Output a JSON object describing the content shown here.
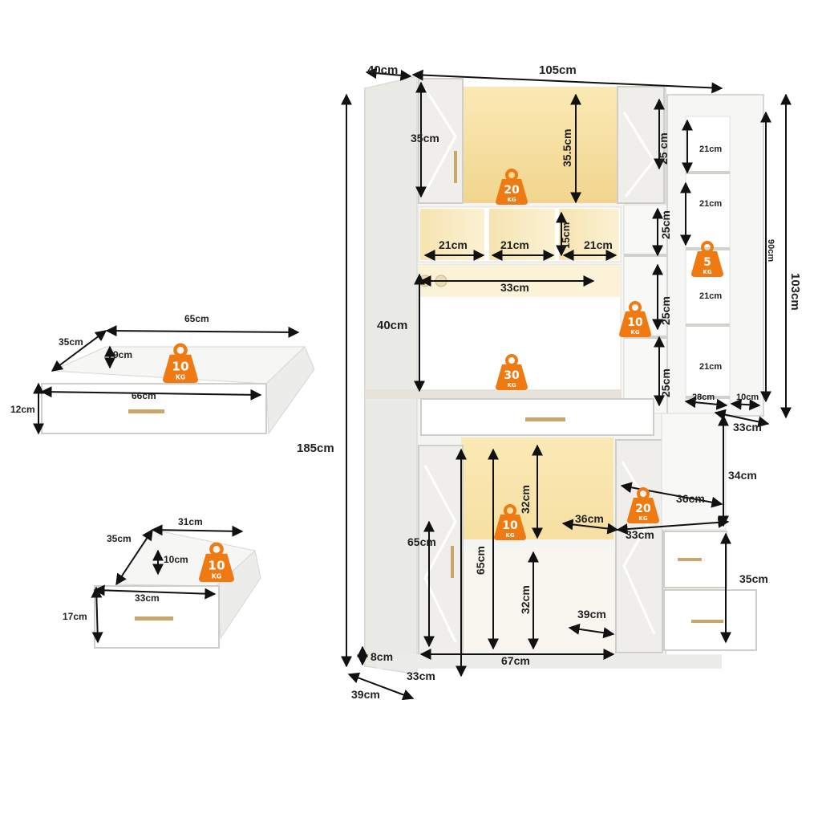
{
  "colors": {
    "accent": "#f07a12",
    "dimension_line": "#111111",
    "cabinet": "#f4f4f2",
    "light": "#f6d98a",
    "handle": "#c9a66b"
  },
  "dims": {
    "d_40": "40cm",
    "d_105": "105cm",
    "d_185": "185cm",
    "d_103": "103cm",
    "d_90": "90cm",
    "d_35": "35cm",
    "d_35_5": "35.5cm",
    "d_25a": "25 cm",
    "d_21_top": "21cm",
    "d_21_b": "21cm",
    "d_21_c": "21cm",
    "d_21_d": "21cm",
    "d_21_r1": "21cm",
    "d_21_r2": "21cm",
    "d_21_r3": "21cm",
    "d_15": "15cm",
    "d_25b": "25cm",
    "d_25c": "25cm",
    "d_25d": "25cm",
    "d_33_mid": "33cm",
    "d_40_mid": "40cm",
    "d_28": "28cm",
    "d_10": "10cm",
    "d_33_r": "33cm",
    "d_34": "34cm",
    "d_36_r": "36cm",
    "d_32_a": "32cm",
    "d_36_c": "36cm",
    "d_33_c": "33cm",
    "d_65a": "65cm",
    "d_65b": "65cm",
    "d_32_b": "32cm",
    "d_39": "39cm",
    "d_35_dr": "35cm",
    "d_8": "8cm",
    "d_67": "67cm",
    "d_33_bot": "33cm",
    "d_39_bot": "39cm",
    "drawer1": {
      "w": "65cm",
      "d": "35cm",
      "h_in": "9cm",
      "front": "66cm",
      "h": "12cm"
    },
    "drawer2": {
      "w": "31cm",
      "d": "35cm",
      "h_in": "10cm",
      "front": "33cm",
      "h": "17cm"
    }
  },
  "badges": {
    "b20_top": {
      "num": "20",
      "unit": "KG"
    },
    "b5": {
      "num": "5",
      "unit": "KG"
    },
    "b10_side": {
      "num": "10",
      "unit": "KG"
    },
    "b30": {
      "num": "30",
      "unit": "KG"
    },
    "b10_low": {
      "num": "10",
      "unit": "KG"
    },
    "b20_low": {
      "num": "20",
      "unit": "KG"
    },
    "b10_d1": {
      "num": "10",
      "unit": "KG"
    },
    "b10_d2": {
      "num": "10",
      "unit": "KG"
    }
  }
}
